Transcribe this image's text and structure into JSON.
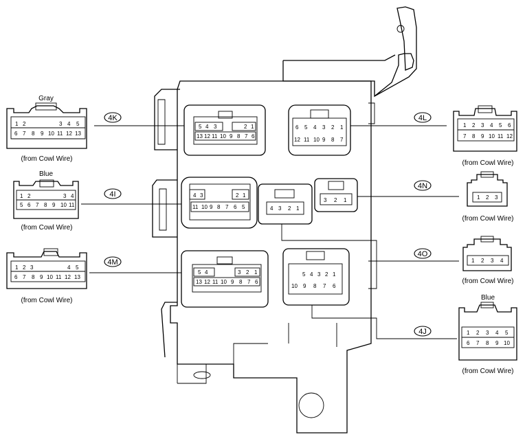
{
  "callouts": {
    "4K": "4K",
    "4L": "4L",
    "4I": "4I",
    "4N": "4N",
    "4M": "4M",
    "4O": "4O",
    "4J": "4J"
  },
  "connectors": {
    "c4K": {
      "color": "Gray",
      "caption": "(from Cowl Wire)",
      "row1": [
        "1",
        "2",
        "3",
        "4",
        "5"
      ],
      "row2": [
        "6",
        "7",
        "8",
        "9",
        "10",
        "11",
        "12",
        "13"
      ]
    },
    "c4I": {
      "color": "Blue",
      "caption": "(from Cowl Wire)",
      "row1": [
        "1",
        "2",
        "3",
        "4"
      ],
      "row2": [
        "5",
        "6",
        "7",
        "8",
        "9",
        "10",
        "11"
      ]
    },
    "c4M": {
      "caption": "(from Cowl Wire)",
      "row1": [
        "1",
        "2",
        "3",
        "4",
        "5"
      ],
      "row2": [
        "6",
        "7",
        "8",
        "9",
        "10",
        "11",
        "12",
        "13"
      ]
    },
    "c4L": {
      "caption": "(from Cowl Wire)",
      "row1": [
        "1",
        "2",
        "3",
        "4",
        "5",
        "6"
      ],
      "row2": [
        "7",
        "8",
        "9",
        "10",
        "11",
        "12"
      ]
    },
    "c4N": {
      "caption": "(from Cowl Wire)",
      "row1": [
        "1",
        "2",
        "3"
      ]
    },
    "c4O": {
      "caption": "(from Cowl Wire)",
      "row1": [
        "1",
        "2",
        "3",
        "4"
      ]
    },
    "c4J": {
      "color": "Blue",
      "caption": "(from Cowl Wire)",
      "row1": [
        "1",
        "2",
        "3",
        "4",
        "5"
      ],
      "row2": [
        "6",
        "7",
        "8",
        "9",
        "10"
      ]
    }
  },
  "block": {
    "s4K": {
      "row1": [
        "5",
        "4",
        "3",
        "2",
        "1"
      ],
      "row2": [
        "13",
        "12",
        "11",
        "10",
        "9",
        "8",
        "7",
        "6"
      ]
    },
    "s4L": {
      "row1": [
        "6",
        "5",
        "4",
        "3",
        "2",
        "1"
      ],
      "row2": [
        "12",
        "11",
        "10",
        "9",
        "8",
        "7"
      ]
    },
    "s4I": {
      "row1": [
        "4",
        "3",
        "2",
        "1"
      ],
      "row2": [
        "11",
        "10",
        "9",
        "8",
        "7",
        "6",
        "5"
      ]
    },
    "s4O": {
      "row1": [
        "4",
        "3",
        "2",
        "1"
      ]
    },
    "s4N": {
      "row1": [
        "3",
        "2",
        "1"
      ]
    },
    "s4M": {
      "row1": [
        "5",
        "4",
        "3",
        "2",
        "1"
      ],
      "row2": [
        "13",
        "12",
        "11",
        "10",
        "9",
        "8",
        "7",
        "6"
      ]
    },
    "s4J": {
      "row1": [
        "5",
        "4",
        "3",
        "2",
        "1"
      ],
      "row2": [
        "10",
        "9",
        "8",
        "7",
        "6"
      ]
    }
  }
}
